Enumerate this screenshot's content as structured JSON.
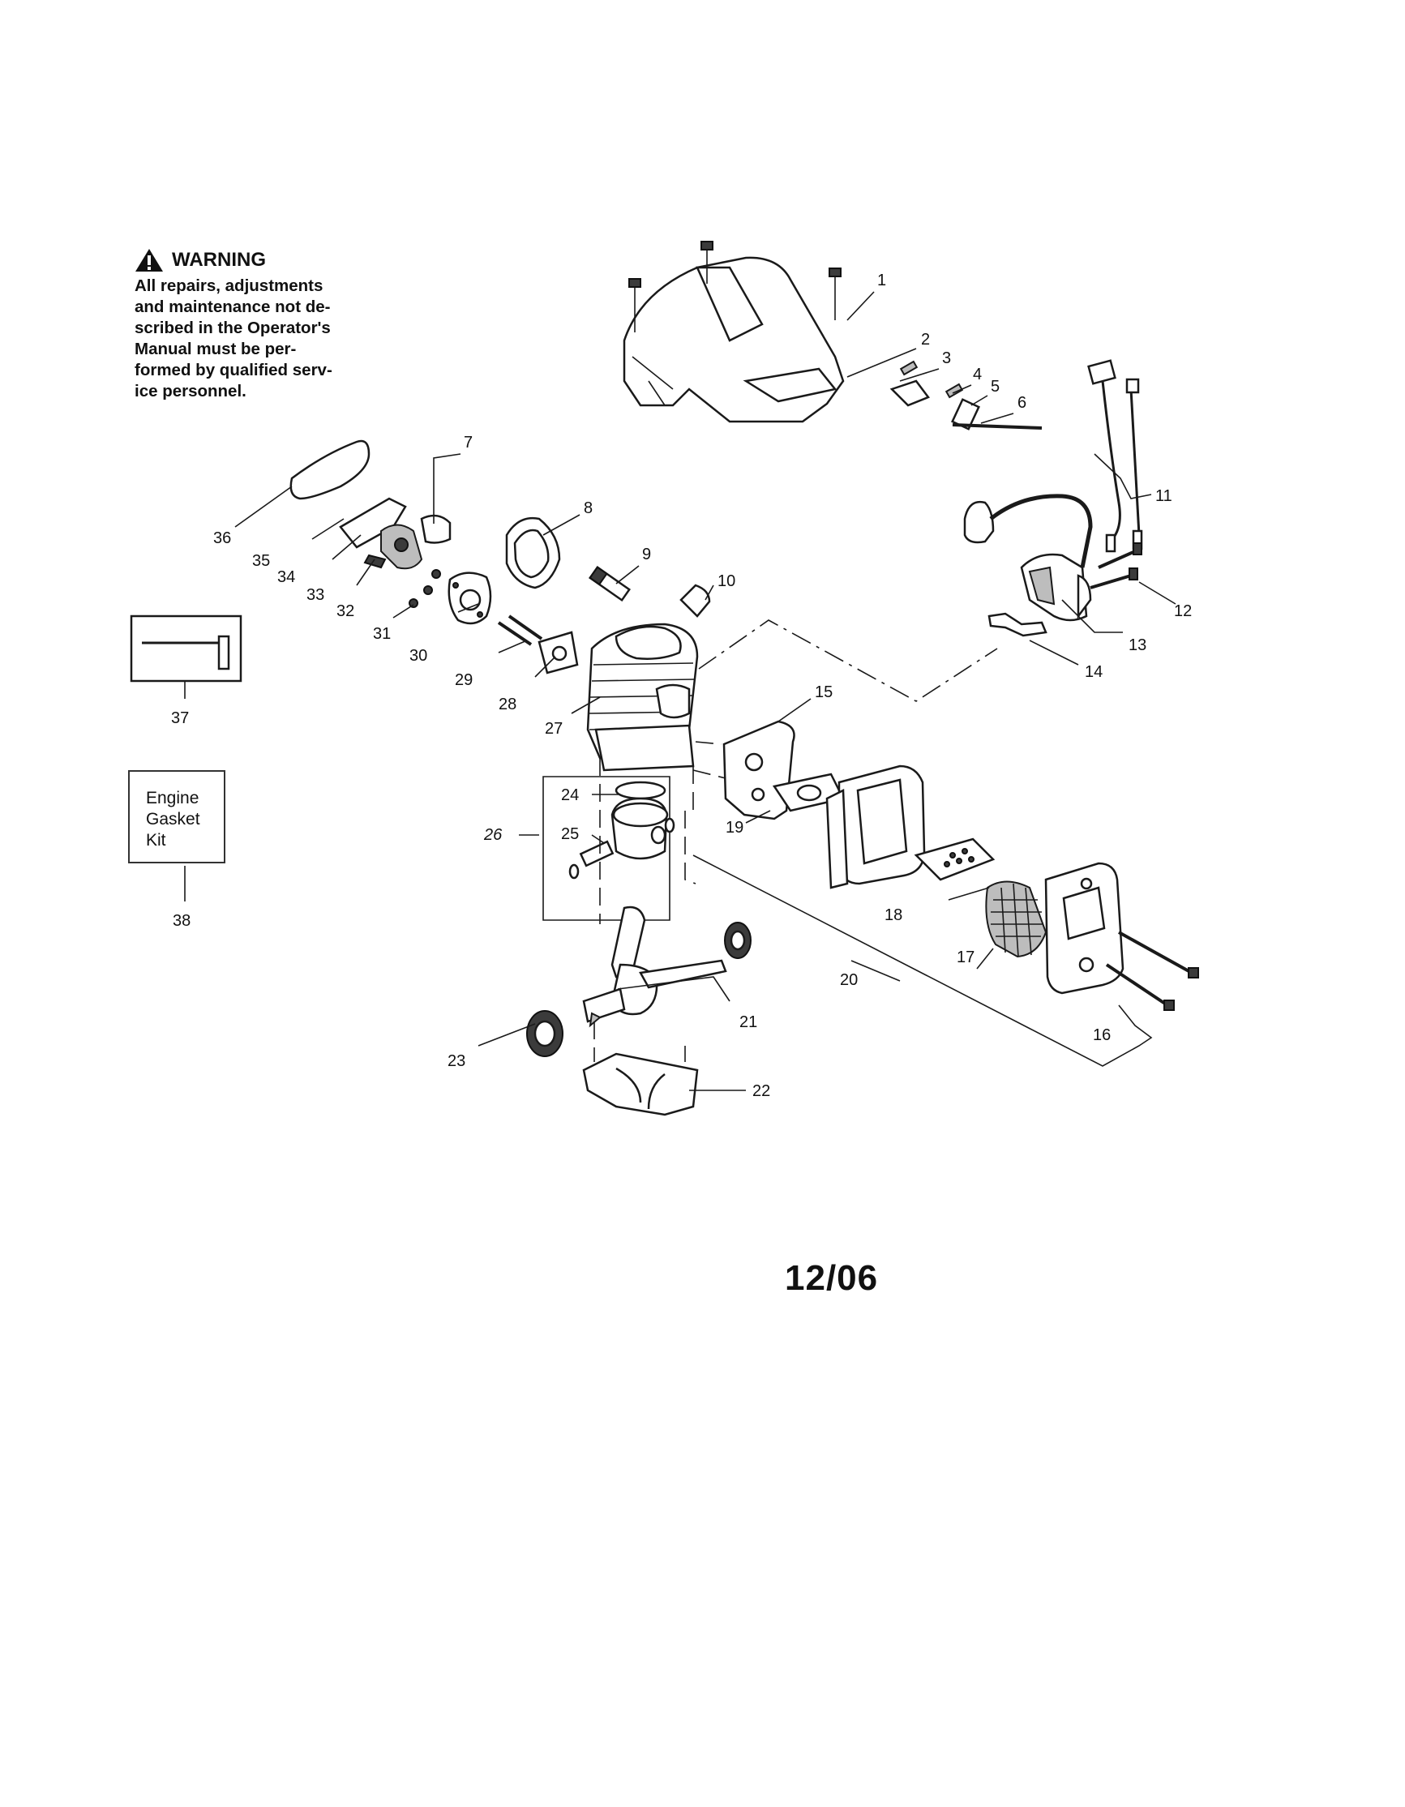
{
  "warning": {
    "title": "WARNING",
    "lines": [
      "All repairs, adjustments",
      "and maintenance not de-",
      "scribed in the Operator's",
      "Manual must be per-",
      "formed by qualified serv-",
      "ice personnel."
    ]
  },
  "kit_box": {
    "lines": [
      "Engine",
      "Gasket",
      "Kit"
    ]
  },
  "date_code": "12/06",
  "callouts": {
    "c1": "1",
    "c2": "2",
    "c3": "3",
    "c4": "4",
    "c5": "5",
    "c6": "6",
    "c7": "7",
    "c8": "8",
    "c9": "9",
    "c10": "10",
    "c11": "11",
    "c12": "12",
    "c13": "13",
    "c14": "14",
    "c15": "15",
    "c16": "16",
    "c17": "17",
    "c18": "18",
    "c19": "19",
    "c20": "20",
    "c21": "21",
    "c22": "22",
    "c23": "23",
    "c24": "24",
    "c25": "25",
    "c26": "26",
    "c27": "27",
    "c28": "28",
    "c29": "29",
    "c30": "30",
    "c31": "31",
    "c32": "32",
    "c33": "33",
    "c34": "34",
    "c35": "35",
    "c36": "36",
    "c37": "37",
    "c38": "38"
  }
}
